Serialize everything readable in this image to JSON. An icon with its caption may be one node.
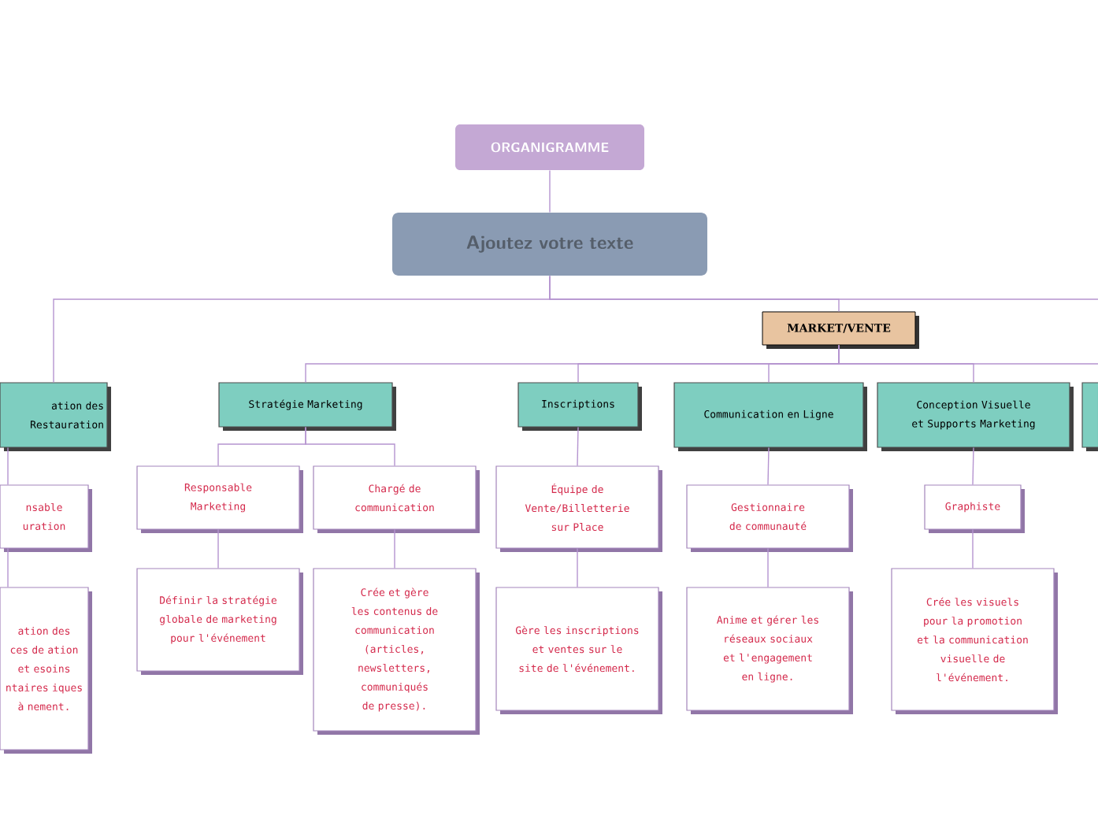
{
  "diagram": {
    "nodes": [
      {
        "text": [
          "ORGANIGRAMME"
        ]
      },
      {
        "text": [
          "Ajoutez votre texte"
        ]
      },
      {
        "text": [
          "MARKET/VENTE"
        ]
      },
      {
        "text": [
          "ation des Restauration"
        ]
      },
      {
        "text": [
          "nsable uration"
        ]
      },
      {
        "text": [
          "ation des ces de ation et esoins ntaires iques à nement."
        ]
      },
      {
        "text": [
          "Stratégie Marketing"
        ]
      },
      {
        "text": [
          "Responsable Marketing"
        ]
      },
      {
        "text": [
          "Chargé de communication"
        ]
      },
      {
        "text": [
          "Définir la stratégie globale de marketing pour l'événement"
        ]
      },
      {
        "text": [
          "Crée et gère les contenus de communication (articles, newsletters, communiqués de presse)."
        ]
      },
      {
        "text": [
          "Inscriptions"
        ]
      },
      {
        "text": [
          "Équipe de Vente/Billetterie sur Place"
        ]
      },
      {
        "text": [
          "Gère les inscriptions et ventes sur le site de l'événement."
        ]
      },
      {
        "text": [
          "Communication en Ligne"
        ]
      },
      {
        "text": [
          "Gestionnaire de communauté"
        ]
      },
      {
        "text": [
          "Anime et gérer les réseaux sociaux et l'engagement en ligne."
        ]
      },
      {
        "text": [
          "Conception Visuelle et Supports Marketing"
        ]
      },
      {
        "text": [
          "Graphiste"
        ]
      },
      {
        "text": [
          "Crée les visuels pour la promotion et la communication visuelle de l'événement."
        ]
      },
      {
        "text": [],
        "shape": "box"
      }
    ],
    "edges": [
      {
        "from": 0,
        "to": 1,
        "arrow": "none"
      },
      {
        "from": 1,
        "to": 3,
        "arrow": "none"
      },
      {
        "from": 1,
        "to": 2,
        "arrow": "none"
      },
      {
        "from": 1,
        "to": null,
        "arrow": "none"
      },
      {
        "from": 2,
        "to": 6,
        "arrow": "none"
      },
      {
        "from": 2,
        "to": 11,
        "arrow": "none"
      },
      {
        "from": 2,
        "to": 14,
        "arrow": "none"
      },
      {
        "from": 2,
        "to": 17,
        "arrow": "none"
      },
      {
        "from": 2,
        "to": 20,
        "arrow": "none"
      },
      {
        "from": 3,
        "to": 4,
        "arrow": "none"
      },
      {
        "from": 4,
        "to": 5,
        "arrow": "none"
      },
      {
        "from": 6,
        "to": 7,
        "arrow": "none"
      },
      {
        "from": 6,
        "to": 8,
        "arrow": "none"
      },
      {
        "from": 7,
        "to": 9,
        "arrow": "none"
      },
      {
        "from": 8,
        "to": 10,
        "arrow": "none"
      },
      {
        "from": 11,
        "to": 12,
        "arrow": "none"
      },
      {
        "from": 12,
        "to": 13,
        "arrow": "none"
      },
      {
        "from": 14,
        "to": 15,
        "arrow": "none"
      },
      {
        "from": 15,
        "to": 16,
        "arrow": "none"
      },
      {
        "from": 17,
        "to": 18,
        "arrow": "none"
      },
      {
        "from": 18,
        "to": 19,
        "arrow": "none"
      }
    ]
  }
}
